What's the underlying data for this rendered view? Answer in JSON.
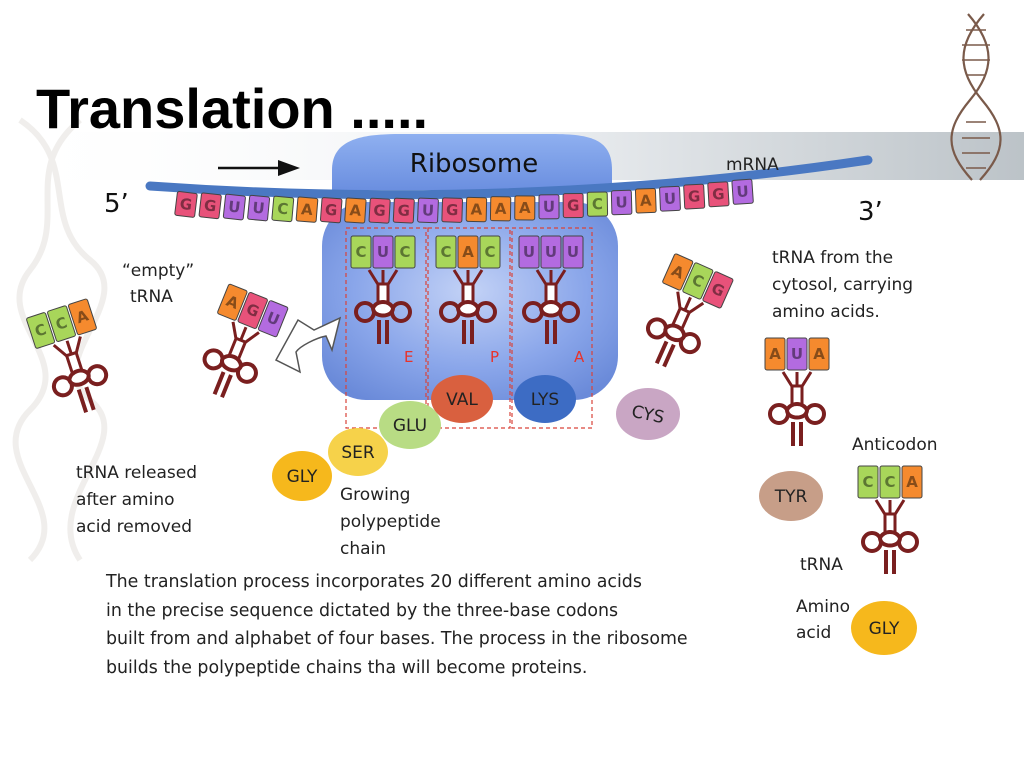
{
  "slide": {
    "title": "Translation .....",
    "caption_lines": [
      "The translation process incorporates 20 different amino acids",
      "in the precise sequence dictated by the three-base codons",
      "built from and alphabet of four bases. The process in the ribosome",
      "builds the polypeptide chains tha will become proteins."
    ]
  },
  "diagram": {
    "ribosome_label": "Ribosome",
    "mrna_label": "mRNA",
    "five_prime": "5’",
    "three_prime": "3’",
    "mrna_bases": [
      "G",
      "G",
      "U",
      "U",
      "C",
      "A",
      "G",
      "A",
      "G",
      "G",
      "U",
      "G",
      "A",
      "A",
      "A",
      "U",
      "G",
      "C",
      "U",
      "A",
      "U",
      "G",
      "G",
      "U"
    ],
    "sites": [
      "E",
      "P",
      "A"
    ],
    "site_anticodons": [
      [
        "C",
        "U",
        "C"
      ],
      [
        "C",
        "A",
        "C"
      ],
      [
        "U",
        "U",
        "U"
      ]
    ],
    "empty_trna_label": [
      "“empty”",
      "tRNA"
    ],
    "released_label": [
      "tRNA released",
      "after amino",
      "acid removed"
    ],
    "released_trna_anticodon": [
      "C",
      "C",
      "A"
    ],
    "exiting_trna_anticodon": [
      "A",
      "G",
      "U"
    ],
    "incoming_trna_anticodon": [
      "A",
      "C",
      "G"
    ],
    "incoming_amino_acid": "CYS",
    "cytosol_label": [
      "tRNA from the",
      "cytosol, carrying",
      "amino acids."
    ],
    "tyr_trna_anticodon": [
      "A",
      "U",
      "A"
    ],
    "tyr_amino_acid": "TYR",
    "anticodon_label": "Anticodon",
    "key_trna_anticodon": [
      "C",
      "C",
      "A"
    ],
    "key_trna_label": "tRNA",
    "key_amino_label": [
      "Amino",
      "acid"
    ],
    "key_amino_acid": "GLY",
    "chain_amino_acids": [
      "VAL",
      "LYS",
      "GLU",
      "SER",
      "GLY"
    ],
    "growing_label": [
      "Growing",
      "polypeptide",
      "chain"
    ]
  },
  "colors": {
    "G": "#e8527a",
    "U": "#b36be0",
    "C": "#a8d65a",
    "A": "#f58a2e",
    "ribosome": "#6b8ee0",
    "mrna_backbone": "#4a78c2",
    "trna": "#7a1f1f",
    "site_line": "#d9433a",
    "VAL": "#d9603f",
    "LYS": "#3d6cc4",
    "GLU": "#b8dc84",
    "SER": "#f6d24a",
    "GLY": "#f6b81c",
    "CYS": "#c9a6c4",
    "TYR": "#c79e88"
  }
}
